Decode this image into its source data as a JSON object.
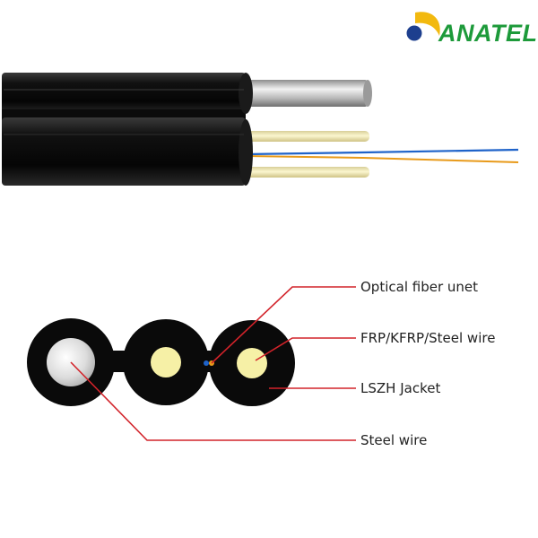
{
  "brand": {
    "logo_text": "ANATEL",
    "logo_color": "#1d9a3a",
    "logo_mark_colors": [
      "#f2b90f",
      "#1d3f8e"
    ]
  },
  "colors": {
    "jacket": "#0a0a0a",
    "callout_line": "#d2232a",
    "frp": "#f6f0a6",
    "fiber_blue": "#1f63c9",
    "fiber_orange": "#e89a1a",
    "steel": "#c8c8c8"
  },
  "callouts": {
    "optical_fiber_unit": "Optical fiber unet",
    "strength_member": "FRP/KFRP/Steel wire",
    "jacket": "LSZH Jacket",
    "messenger": "Steel wire"
  }
}
